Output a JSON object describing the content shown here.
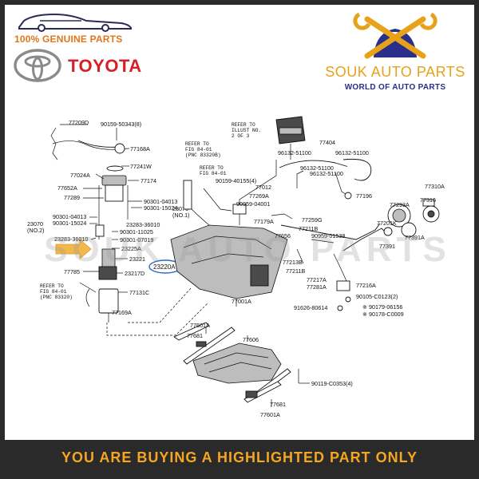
{
  "header": {
    "genuine_label": "100% GENUINE PARTS",
    "brand": "TOYOTA",
    "seller_name": "SOUK AUTO PARTS",
    "seller_tagline": "WORLD OF AUTO PARTS"
  },
  "colors": {
    "genuine": "#e0761a",
    "brand_red": "#d61f26",
    "seller_orange": "#e8a21a",
    "seller_navy": "#2a2f8a",
    "footer_bg": "#2a2a2a",
    "footer_text": "#f5a623",
    "highlight_arrow": "#f2b84b",
    "highlight_ring": "#2a66c9"
  },
  "icons": [
    "car-silhouette-icon",
    "toyota-emblem-icon",
    "wrench-cross-icon",
    "highlight-arrow-icon"
  ],
  "diagram": {
    "part_labels": {
      "p77209D": "77209D",
      "p9015950343": "90159-50343(8)",
      "p77168A": "77168A",
      "p77241W": "77241W",
      "p77024A": "77024A",
      "p77174": "77174",
      "p77652A": "77652A",
      "p77289": "77289",
      "p9030104013a": "90301-04013",
      "p9030115024a": "90301-15024",
      "p23070a": "23070",
      "p23070a_note": "(NO.1)",
      "p23070b": "23070",
      "p23070b_note": "(NO.2)",
      "p9030104013b": "90301-04013",
      "p9030115024b": "90301-15024",
      "p2328336010a": "23283-36010",
      "p9030111025": "90301-11025",
      "p2328336010b": "23283-36010",
      "p9030107019": "90301-07019",
      "p23225A": "23225A",
      "p23221": "23221",
      "p23220A": "23220A",
      "p77785": "77785",
      "p23217D": "23217D",
      "p77131C": "77131C",
      "p77169A": "77169A",
      "p9015940155": "90159-40155(4)",
      "p77012": "77012",
      "p77269A": "77269A",
      "p9095904001": "90959-04001",
      "p77179A": "77179A",
      "p77259G": "77259G",
      "p77404": "77404",
      "p9613251100a": "96132-51100",
      "p9613251100b": "96132-51100",
      "p9613251100c": "96132-51100",
      "p9613251100d": "96132-51100",
      "p77196": "77196",
      "p77310A": "77310A",
      "p77316": "77316",
      "p77293A": "77293A",
      "p77201K": "77201K",
      "p77391A": "77391A",
      "p77391": "77391",
      "p77211B": "77211B",
      "p90959": "90959-01538",
      "p77656": "77656",
      "p77213B": "77213B",
      "p77211Bb": "77211B",
      "p77217A": "77217A",
      "p77216A": "77216A",
      "p77281A": "77281A",
      "p9010501232": "90105-C0123(2)",
      "p9162680614": "91626-80614",
      "p9017906156": "※ 90179-06156",
      "p9017800009": "※ 90178-C0009",
      "p77001A": "77001A",
      "p77601Aa": "77601A",
      "p77681a": "77681",
      "p77606": "77606",
      "p90119": "90119-C0353(4)",
      "p77681b": "77681",
      "p77601Ab": "77601A"
    },
    "refs": {
      "ref1_l1": "REFER TO",
      "ref1_l2": "FIG 84-01",
      "ref1_l3": "(PNC 83320B)",
      "ref2_l1": "REFER TO",
      "ref2_l2": "FIG 84-01",
      "ref3_l1": "REFER TO",
      "ref3_l2": "ILLUST NO.",
      "ref3_l3": "2 OF 3",
      "ref4_l1": "REFER TO",
      "ref4_l2": "FIG 84-01",
      "ref4_l3": "(PNC 83320)"
    },
    "highlighted_part": "23220A"
  },
  "watermark": "SOUK AUTO PARTS",
  "footer": {
    "notice": "YOU ARE BUYING A HIGHLIGHTED PART ONLY"
  }
}
